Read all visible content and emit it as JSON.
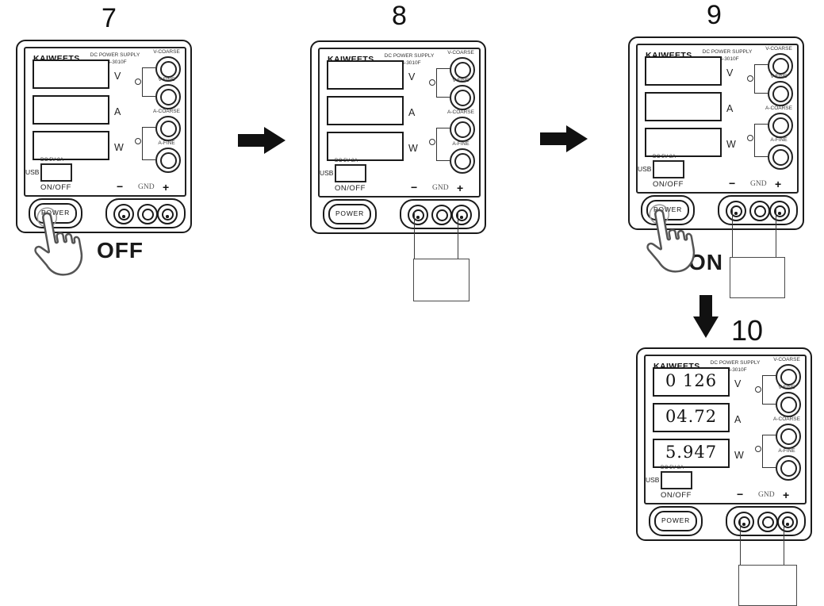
{
  "device_common": {
    "logo": "KAIWEETS",
    "model_line1": "DC POWER SUPPLY",
    "model_line2": "PS-3010F",
    "unit_v": "V",
    "unit_a": "A",
    "unit_w": "W",
    "usb_power_label": "DC 5V-2A",
    "usb_label": "USB",
    "onoff_label": "ON/OFF",
    "terminal_minus": "−",
    "terminal_gnd": "GND",
    "terminal_plus": "+",
    "power_button_label": "POWER",
    "knob_v_coarse": "V-COARSE",
    "knob_v_fine": "V-FINE",
    "knob_a_coarse": "A-COARSE",
    "knob_a_fine": "A-FINE"
  },
  "devices": [
    {
      "step_label": "7",
      "v_value": "",
      "a_value": "",
      "w_value": ""
    },
    {
      "step_label": "8",
      "v_value": "",
      "a_value": "",
      "w_value": ""
    },
    {
      "step_label": "9",
      "v_value": "",
      "a_value": "",
      "w_value": ""
    },
    {
      "step_label": "10",
      "v_value": "0 126",
      "a_value": "04.72",
      "w_value": "5.947"
    }
  ],
  "annotations": {
    "power_off_label": "OFF",
    "power_on_label": "ON"
  }
}
